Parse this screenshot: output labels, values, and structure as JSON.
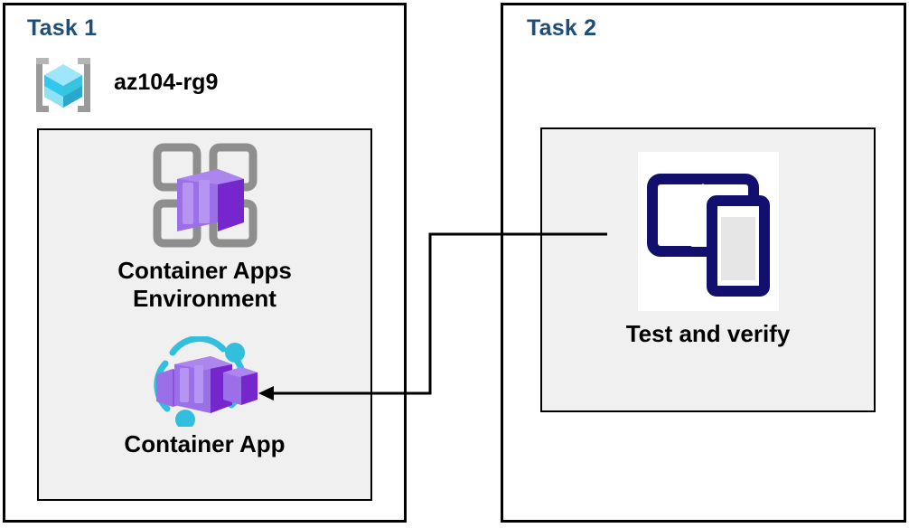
{
  "diagram": {
    "title": "Azure Container Apps lab tasks diagram",
    "background": "#ffffff",
    "accent_blue": "#1F4E79",
    "panel_fill": "#F0F0F0",
    "panel_border": "#000000",
    "purple": "#7A2FD6",
    "purple_light": "#9B6FE8",
    "cyan": "#32BEDD",
    "navy": "#12106E",
    "gray_icon": "#8E8E8E"
  },
  "task1": {
    "title": "Task 1",
    "resource_group": {
      "icon": "resource-group-icon",
      "name": "az104-rg9"
    },
    "items": [
      {
        "icon": "container-apps-environment-icon",
        "label": "Container Apps\nEnvironment",
        "label_line1": "Container Apps",
        "label_line2": "Environment"
      },
      {
        "icon": "container-app-icon",
        "label": "Container App"
      }
    ]
  },
  "task2": {
    "title": "Task 2",
    "items": [
      {
        "icon": "devices-test-icon",
        "label": "Test and verify"
      }
    ]
  },
  "connector": {
    "from": "Test and verify",
    "to": "Container App",
    "arrow_direction": "left",
    "style": "orthogonal",
    "color": "#000000"
  }
}
